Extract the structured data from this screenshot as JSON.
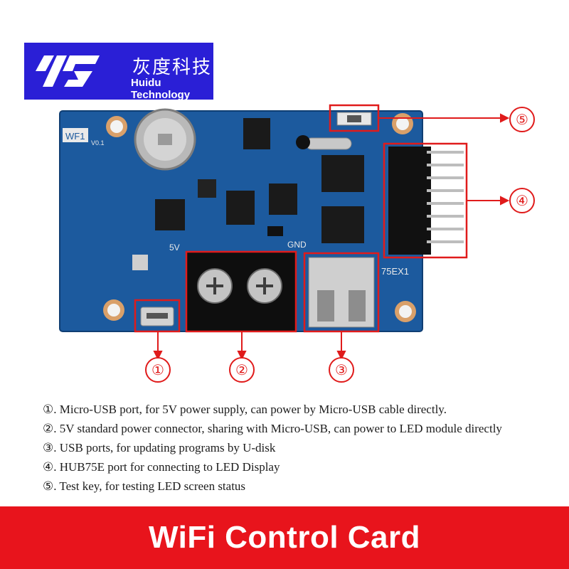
{
  "brand": {
    "name_cn": "灰度科技",
    "name_en": "Huidu Technology"
  },
  "board": {
    "model_label": "WF1",
    "version_label": "V0.1",
    "port_label": "75EX1",
    "voltage_label": "5V",
    "ground_label": "GND",
    "callouts": [
      "①",
      "②",
      "③",
      "④",
      "⑤"
    ]
  },
  "legend": [
    "①. Micro-USB port, for 5V power supply, can power by Micro-USB cable directly.",
    "②. 5V standard power connector, sharing with Micro-USB, can power to LED module directly",
    "③. USB ports, for updating programs by U-disk",
    "④. HUB75E port for connecting to LED Display",
    "⑤. Test key, for testing LED screen status"
  ],
  "banner": {
    "title": "WiFi Control Card"
  },
  "colors": {
    "banner": "#e8141c",
    "logo_bg": "#2a1fd6",
    "pcb": "#1c5a9e",
    "callout": "#e01b1b"
  }
}
